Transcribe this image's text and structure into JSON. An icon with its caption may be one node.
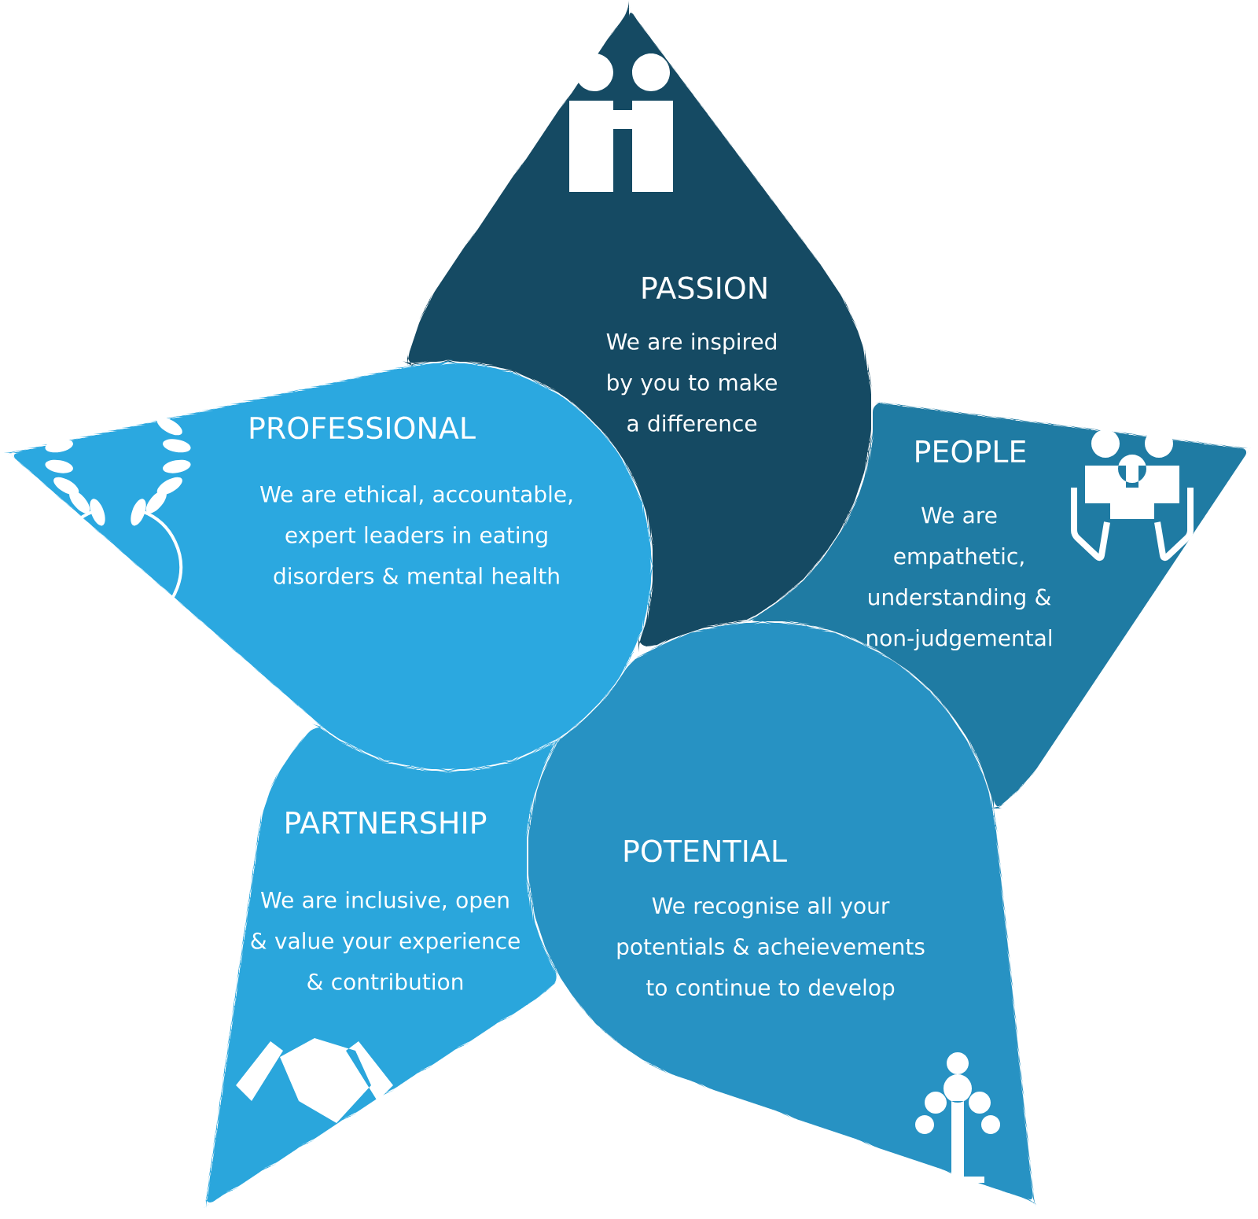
{
  "diagram": {
    "nodes": [
      {
        "text": [
          "PASSION",
          "We are inspired by you to make a difference"
        ]
      },
      {
        "text": [
          "PROFESSIONAL",
          "We are ethical, accountable, expert leaders in eating disorders & mental health"
        ]
      },
      {
        "text": [
          "PEOPLE",
          "We are empathetic, understanding & non-judgemental"
        ]
      },
      {
        "text": [
          "PARTNERSHIP",
          "We are inclusive, open & value your experience & contribution"
        ]
      },
      {
        "text": [
          "POTENTIAL",
          "We recognise all your potentials & acheievements to continue to develop"
        ]
      }
    ]
  }
}
